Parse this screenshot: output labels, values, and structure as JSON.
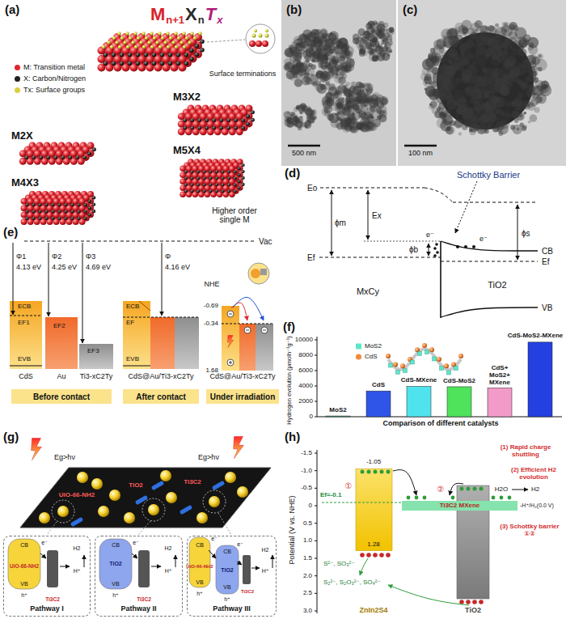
{
  "diagram": {
    "nodes": [
      {
        "text": [
          "Before contact"
        ]
      },
      {
        "text": [
          "After contact"
        ]
      },
      {
        "text": [
          "Under irradiation"
        ]
      },
      {
        "text": [
          "Pathway I"
        ]
      },
      {
        "text": [
          "Pathway II"
        ]
      },
      {
        "text": [
          "Pathway III"
        ]
      },
      {
        "text": [
          "Ti3C2 MXene"
        ]
      }
    ],
    "labels": [
      "(a)",
      "M",
      "n+1",
      "X",
      "n",
      "T",
      "x",
      "Surface terminations",
      "M2X",
      "M3X2",
      "M4X3",
      "M5X4",
      "Higher order single M",
      "(b)",
      "500 nm",
      "(c)",
      "100 nm",
      "(d)",
      "Eo",
      "ϕm",
      "Ex",
      "ϕs",
      "ϕb",
      "Schottky Barrier",
      "e⁻",
      "e⁻",
      "Ef",
      "CB",
      "Ef",
      "VB",
      "MxCy",
      "TiO2",
      "(e)",
      "Vac",
      "Φ1",
      "4.13 eV",
      "Φ2",
      "4.25 eV",
      "Φ3",
      "4.69 eV",
      "ECB",
      "EF1",
      "EVB",
      "EF2",
      "EF3",
      "CdS",
      "Au",
      "Ti3-xC2Ty",
      "Φ",
      "4.16 eV",
      "ECB",
      "EF",
      "EVB",
      "CdS@Au/Ti3-xC2Ty",
      "NHE",
      "-0.69",
      "-0.34",
      "1.68",
      "CdS@Au/Ti3-xC2Ty",
      "(f)",
      "Hydrogen evolution (μmolh⁻¹g⁻¹)",
      "0",
      "2000",
      "4000",
      "6000",
      "8000",
      "10000",
      "MoS2",
      "CdS",
      "CdS-MXene",
      "CdS-MoS2",
      "CdS+ MoS2+ MXene",
      "CdS-MoS2-MXene",
      "Comparison of different catalysts",
      "(g)",
      "Eg>hν",
      "Eg>hν",
      "UiO-66-NH2",
      "TiO2",
      "Ti3C2",
      "CB",
      "e⁻",
      "UiO-66-NH2",
      "VB",
      "h⁺",
      "Ti3C2",
      "H2",
      "H⁺",
      "CB",
      "e⁻",
      "TiO2",
      "VB",
      "h⁺",
      "Ti3C2",
      "H2",
      "H⁺",
      "CB",
      "e⁻",
      "UiO-66-NH2",
      "VB",
      "h⁺",
      "CB",
      "e⁻",
      "TiO2",
      "VB",
      "h⁺",
      "Ti3C2",
      "H2",
      "H⁺",
      "(h)",
      "Potential (V vs. NHE)",
      "-1.5",
      "-1.0",
      "-0.5",
      "0",
      "0.5",
      "1.0",
      "1.5",
      "2.0",
      "2.5",
      "3.0",
      "-1.05",
      "①",
      "Ef=-0.1",
      "1.28",
      "②",
      "S²⁻, SO₃²⁻",
      "S₂²⁻, S₂O₃²⁻, SO₄²⁻",
      "ZnIn2S4",
      "TiO2",
      "-H⁺/H₂(0.0 V)",
      "(1) Rapid charge shuttling",
      "H2O",
      "H2",
      "(2) Efficient H2 evolution",
      "(3) Schottky barrier ①②"
    ],
    "legend": [
      {
        "text": "M: Transition metal",
        "color": "#e0262f"
      },
      {
        "text": "X: Carbon/Nitrogen",
        "color": "#222222"
      },
      {
        "text": "Tx: Surface groups",
        "color": "#d9d040"
      },
      {
        "text": "MoS2",
        "color": "#5ee6c8"
      },
      {
        "text": "CdS",
        "color": "#f08a3c"
      }
    ]
  }
}
